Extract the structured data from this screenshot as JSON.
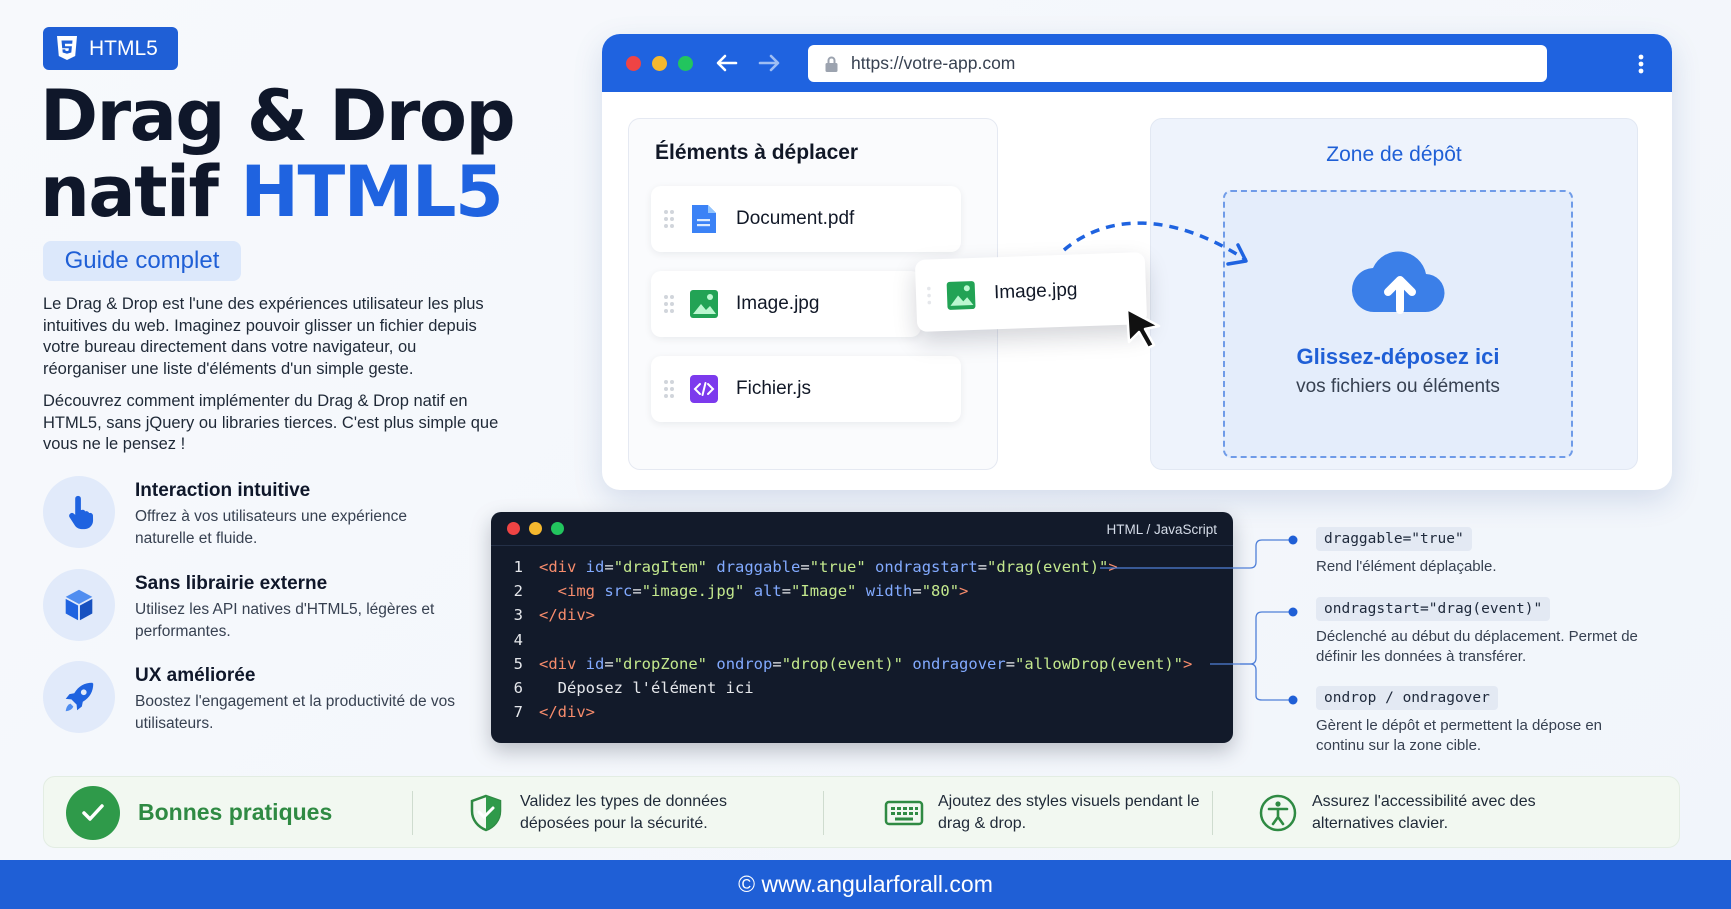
{
  "badge": {
    "label": "HTML5",
    "icon": "html5-shield-icon"
  },
  "title": {
    "line1": "Drag & Drop",
    "line2_plain": "natif ",
    "line2_accent": "HTML5",
    "accent_color": "#1f63e0"
  },
  "subtitle": "Guide complet",
  "intro": {
    "p1": "Le Drag & Drop est l'une des expériences utilisateur les plus intuitives du web. Imaginez pouvoir glisser un fichier depuis votre bureau directement dans votre navigateur, ou réorganiser une liste d'éléments d'un simple geste.",
    "p2": "Découvrez comment implémenter du Drag & Drop natif en HTML5, sans jQuery ou libraries tierces. C'est plus simple que vous ne le pensez !"
  },
  "features": [
    {
      "title": "Interaction intuitive",
      "desc": "Offrez à vos utilisateurs une expérience naturelle et fluide.",
      "icon": "pointer-hand-icon"
    },
    {
      "title": "Sans librairie externe",
      "desc": "Utilisez les API natives d'HTML5, légères et performantes.",
      "icon": "cube-icon"
    },
    {
      "title": "UX améliorée",
      "desc": "Boostez l'engagement et la productivité de vos utilisateurs.",
      "icon": "rocket-icon"
    }
  ],
  "browser": {
    "url": "https://votre-app.com",
    "items_title": "Éléments à déplacer",
    "items": [
      {
        "label": "Document.pdf",
        "icon": "document-icon"
      },
      {
        "label": "Image.jpg",
        "icon": "image-icon"
      },
      {
        "label": "Fichier.js",
        "icon": "code-file-icon"
      }
    ],
    "dragging_label": "Image.jpg",
    "drop_title": "Zone de dépôt",
    "drop_main": "Glissez-déposez ici",
    "drop_sub": "vos fichiers ou éléments"
  },
  "code": {
    "lang": "HTML / JavaScript",
    "line_numbers": [
      "1",
      "2",
      "3",
      "4",
      "5",
      "6",
      "7"
    ]
  },
  "annotations": [
    {
      "code": "draggable=\"true\"",
      "desc": "Rend l'élément déplaçable."
    },
    {
      "code": "ondragstart=\"drag(event)\"",
      "desc": "Déclenché au début du déplacement. Permet de définir les données à transférer."
    },
    {
      "code": "ondrop / ondragover",
      "desc": "Gèrent le dépôt et permettent la dépose en continu sur la zone cible."
    }
  ],
  "practices": {
    "title": "Bonnes pratiques",
    "tips": [
      {
        "text": "Validez les types de données déposées pour la sécurité.",
        "icon": "shield-check-icon"
      },
      {
        "text": "Ajoutez des styles visuels pendant le drag & drop.",
        "icon": "keyboard-icon"
      },
      {
        "text": "Assurez l'accessibilité avec des alternatives clavier.",
        "icon": "accessibility-icon"
      }
    ]
  },
  "footer": "© www.angularforall.com"
}
